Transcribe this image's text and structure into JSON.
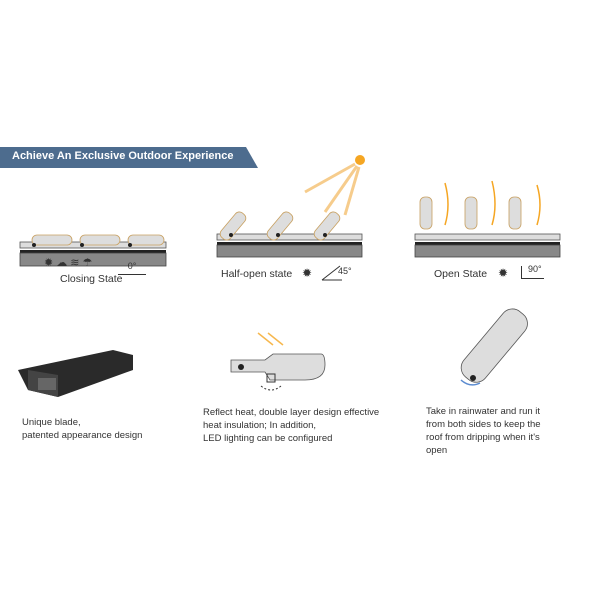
{
  "banner": {
    "title": "Achieve An Exclusive Outdoor Experience",
    "color": "#4d6c8e"
  },
  "states": [
    {
      "label": "Closing State",
      "angle": "0°",
      "icons": [
        "sun-icon",
        "snow-cloud-icon",
        "wind-icon",
        "rain-cloud-icon"
      ]
    },
    {
      "label": "Half-open state",
      "angle": "45°",
      "icons": [
        "sun-icon"
      ]
    },
    {
      "label": "Open State",
      "angle": "90°",
      "icons": [
        "sun-icon"
      ]
    }
  ],
  "features": [
    {
      "lines": [
        "Unique blade,",
        "patented appearance design"
      ]
    },
    {
      "lines": [
        "Reflect heat, double layer design effective",
        "heat insulation; In addition,",
        "LED  lighting can be configured"
      ]
    },
    {
      "lines": [
        "Take in rainwater and run it",
        "from both sides to keep the",
        "roof from dripping when it's",
        "open"
      ]
    }
  ],
  "colors": {
    "accent": "#f5a623",
    "rail": "#8a8a8a",
    "blade": "#d8d8d8"
  }
}
